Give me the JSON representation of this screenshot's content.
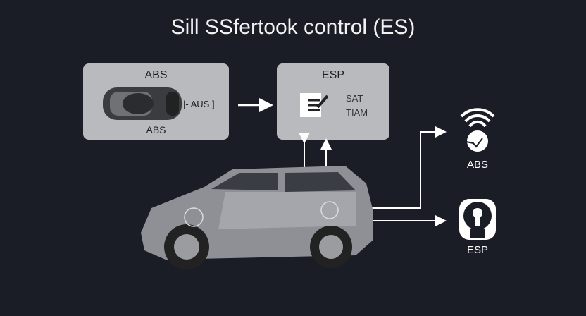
{
  "title": "Sill SSfertook control (ES)",
  "abs_box": {
    "top_label": "ABS",
    "bottom_label": "ABS",
    "tag": "|- AUS ]"
  },
  "esp_box": {
    "label": "ESP",
    "sat": "SAT",
    "tiam": "TIAM"
  },
  "outputs": [
    {
      "label": "ABS",
      "icon": "wifi-clock-icon"
    },
    {
      "label": "ESP",
      "icon": "sensor-icon"
    }
  ]
}
